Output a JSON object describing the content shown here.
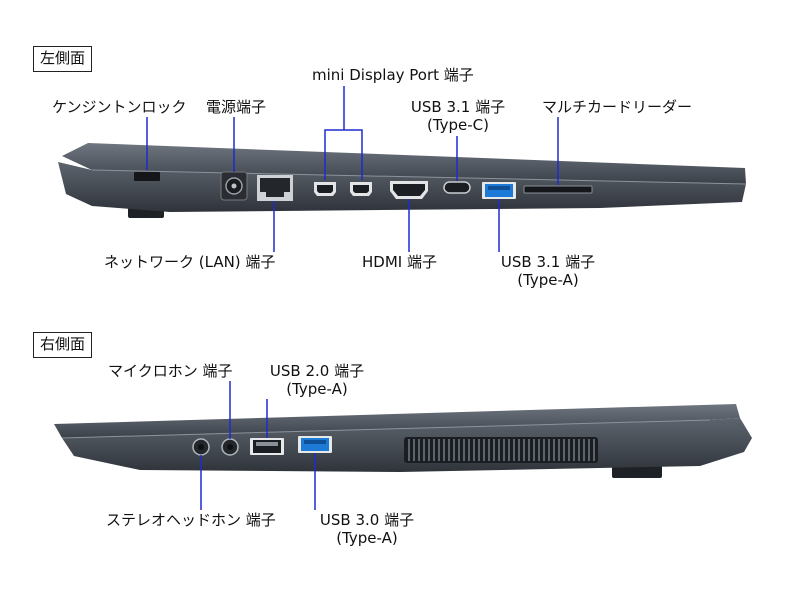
{
  "left_side": {
    "title": "左側面",
    "labels": {
      "kensington": "ケンジントンロック",
      "power": "電源端子",
      "minidp": "mini Display Port 端子",
      "usbc_line1": "USB 3.1 端子",
      "usbc_line2": "(Type-C)",
      "card_reader": "マルチカードリーダー",
      "lan": "ネットワーク (LAN) 端子",
      "hdmi": "HDMI 端子",
      "usba_line1": "USB 3.1 端子",
      "usba_line2": "(Type-A)"
    }
  },
  "right_side": {
    "title": "右側面",
    "labels": {
      "mic": "マイクロホン 端子",
      "usb20_line1": "USB 2.0 端子",
      "usb20_line2": "(Type-A)",
      "headphone": "ステレオヘッドホン 端子",
      "usb30_line1": "USB 3.0 端子",
      "usb30_line2": "(Type-A)"
    }
  },
  "colors": {
    "chassis_dark": "#3d434b",
    "chassis_mid": "#5a616a",
    "chassis_light": "#7c838c",
    "usb_blue": "#1d7ad6"
  }
}
